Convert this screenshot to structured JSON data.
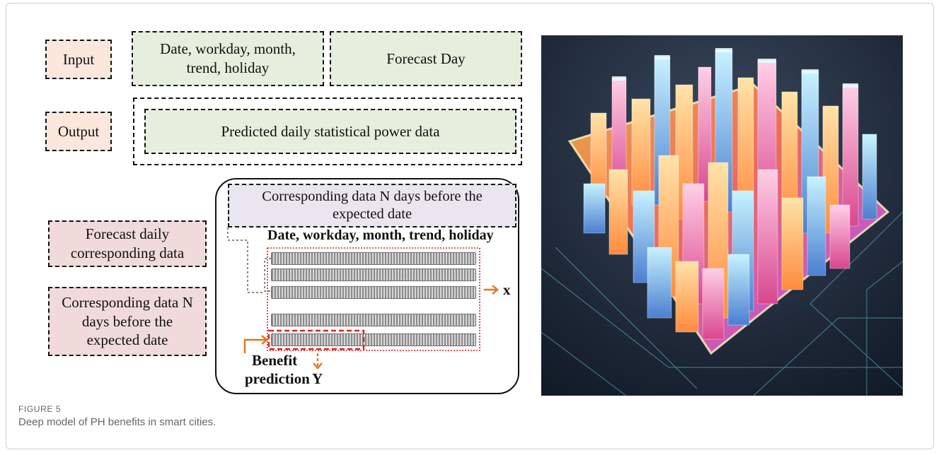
{
  "labels": {
    "input": "Input",
    "output": "Output",
    "forecast_daily_1": "Forecast daily",
    "forecast_daily_2": "corresponding data",
    "corr_n_1": "Corresponding data N",
    "corr_n_2": "days before the",
    "corr_n_3": "expected date"
  },
  "input_boxes": {
    "features_1": "Date, workday, month,",
    "features_2": "trend, holiday",
    "forecast_day": "Forecast Day"
  },
  "output_box": {
    "text": "Predicted daily statistical power data"
  },
  "panel": {
    "header_1": "Corresponding data N days before the",
    "header_2": "expected date",
    "columns": "Date, workday, month, trend, holiday",
    "x_label": "x",
    "y_label": "Y",
    "benefit_1": "Benefit",
    "benefit_2": "prediction"
  },
  "colors": {
    "accent_orange": "#e8731c",
    "red_dash": "#e02020",
    "bar_gray": "#8d8d8d",
    "peach_fill": "#fbe7dc",
    "green_fill": "#e6eedd",
    "pink_fill": "#f1dada",
    "lavender_fill": "#e9e6ef"
  },
  "caption": {
    "label": "FIGURE 5",
    "text": "Deep model of PH benefits in smart cities."
  }
}
